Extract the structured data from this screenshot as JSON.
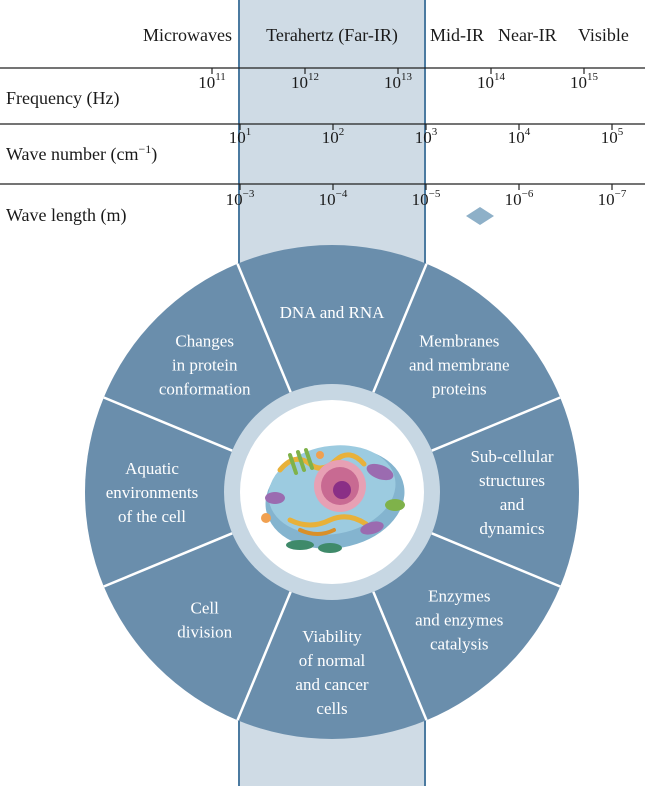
{
  "bands": {
    "microwaves": "Microwaves",
    "terahertz": "Terahertz (Far-IR)",
    "mid_ir": "Mid-IR",
    "near_ir": "Near-IR",
    "visible": "Visible"
  },
  "rows": [
    {
      "label": "Frequency (Hz)",
      "label_sup": "",
      "label_tail": "",
      "ticks": [
        {
          "base": "10",
          "exp": "11"
        },
        {
          "base": "10",
          "exp": "12"
        },
        {
          "base": "10",
          "exp": "13"
        },
        {
          "base": "10",
          "exp": "14"
        },
        {
          "base": "10",
          "exp": "15"
        }
      ]
    },
    {
      "label": "Wave number (cm",
      "label_sup": "−1",
      "label_tail": ")",
      "ticks": [
        {
          "base": "10",
          "exp": "1"
        },
        {
          "base": "10",
          "exp": "2"
        },
        {
          "base": "10",
          "exp": "3"
        },
        {
          "base": "10",
          "exp": "4"
        },
        {
          "base": "10",
          "exp": "5"
        }
      ]
    },
    {
      "label": "Wave length (m)",
      "label_sup": "",
      "label_tail": "",
      "ticks": [
        {
          "base": "10",
          "exp": "−3"
        },
        {
          "base": "10",
          "exp": "−4"
        },
        {
          "base": "10",
          "exp": "−5"
        },
        {
          "base": "10",
          "exp": "−6"
        },
        {
          "base": "10",
          "exp": "−7"
        }
      ]
    }
  ],
  "segments": [
    {
      "lines": [
        "DNA and RNA"
      ]
    },
    {
      "lines": [
        "Membranes",
        "and membrane",
        "proteins"
      ]
    },
    {
      "lines": [
        "Sub-cellular",
        "structures",
        "and",
        "dynamics"
      ]
    },
    {
      "lines": [
        "Enzymes",
        "and enzymes",
        "catalysis"
      ]
    },
    {
      "lines": [
        "Viability",
        "of normal",
        "and cancer",
        "cells"
      ]
    },
    {
      "lines": [
        "Cell",
        "division"
      ]
    },
    {
      "lines": [
        "Aquatic",
        "environments",
        "of the cell"
      ]
    },
    {
      "lines": [
        "Changes",
        "in protein",
        "conformation"
      ]
    }
  ],
  "center": {
    "image": "animal-cell-illustration"
  },
  "colors": {
    "band_fill": "#cfdbe5",
    "band_edge": "#4b7aa0",
    "wheel": "#6a8eac",
    "wheel_divider": "#ffffff",
    "center_ring": "#c7d7e3",
    "marker": "#8eb0c8"
  }
}
